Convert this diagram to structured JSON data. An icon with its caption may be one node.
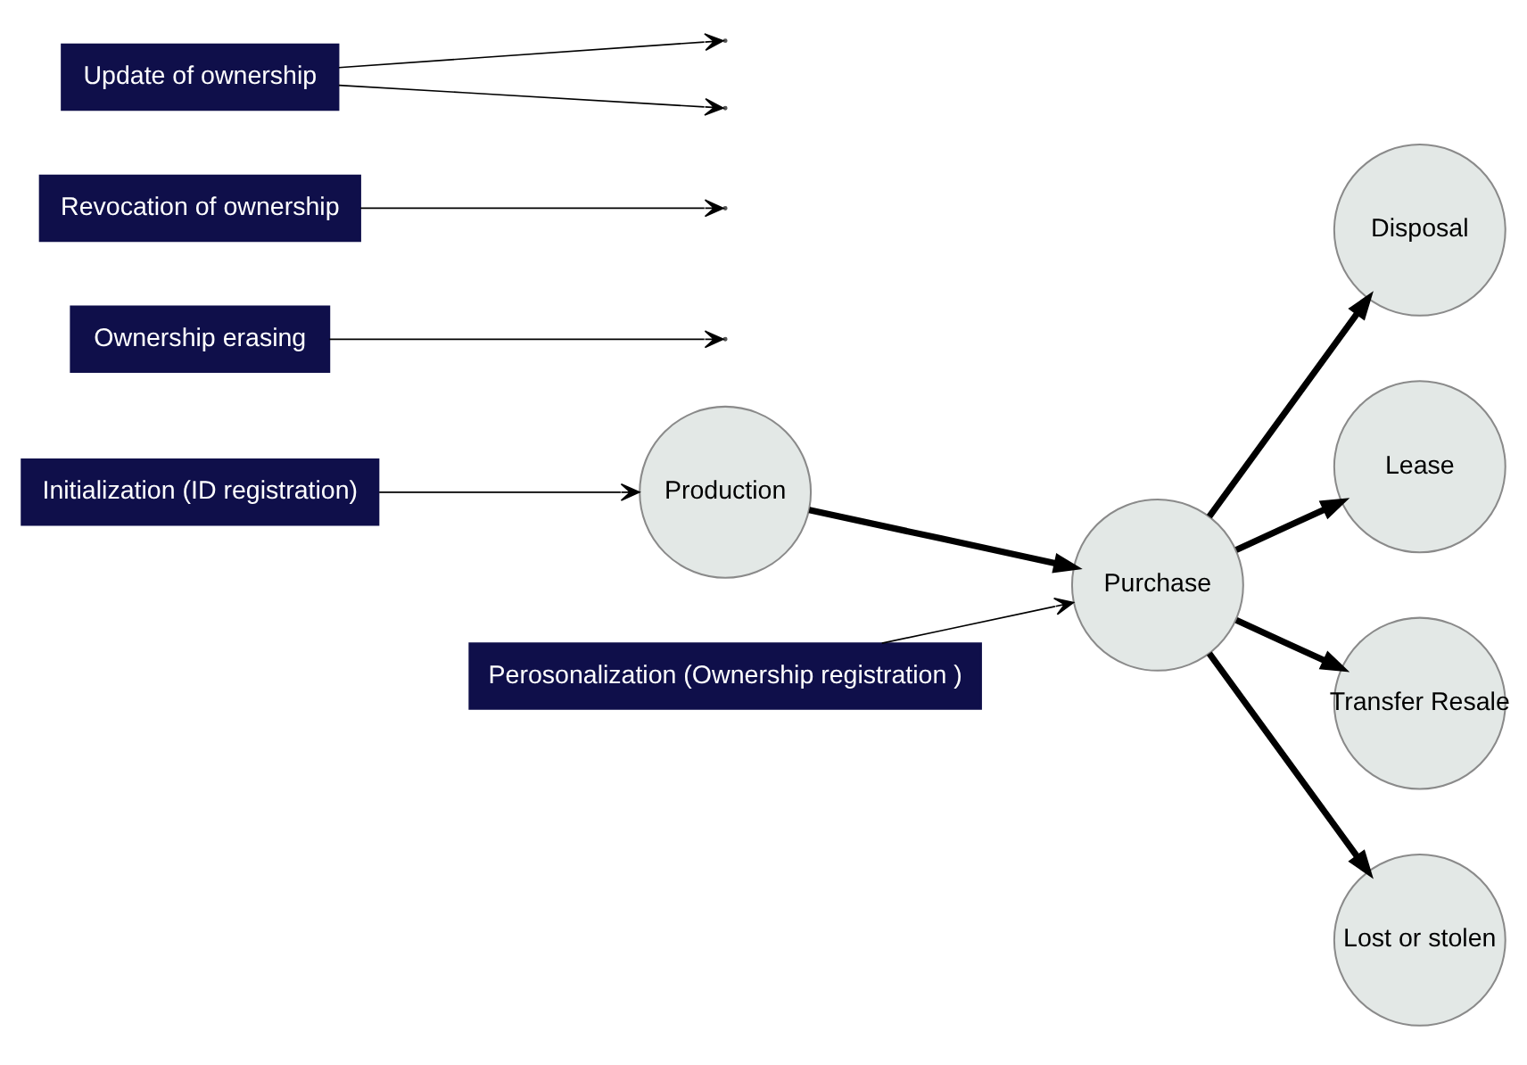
{
  "diagram": {
    "nodes": [
      {
        "text": [
          "Initialization (ID registration)"
        ]
      },
      {
        "text": [
          "Perosonalization (Ownership registration )"
        ]
      },
      {
        "text": [
          "Ownership erasing"
        ]
      },
      {
        "text": [
          "Production"
        ]
      },
      {
        "text": [
          "Purchase"
        ]
      },
      {
        "text": [
          "Disposal"
        ]
      },
      {
        "text": [
          "Lease"
        ]
      },
      {
        "text": [
          "Revocation of ownership"
        ]
      },
      {
        "text": [
          "Update of ownership"
        ]
      },
      {
        "text": [
          "Transfer Resale"
        ]
      },
      {
        "text": [
          "Lost or stolen"
        ]
      }
    ],
    "edges": [
      {
        "from": 3,
        "to": 4,
        "arrow": "to",
        "style": "thick"
      },
      {
        "from": 4,
        "to": 5,
        "arrow": "to",
        "style": "thick"
      },
      {
        "from": 4,
        "to": 6,
        "arrow": "to",
        "style": "thick"
      },
      {
        "from": 4,
        "to": 9,
        "arrow": "to",
        "style": "thick"
      },
      {
        "from": 4,
        "to": 10,
        "arrow": "to",
        "style": "thick"
      },
      {
        "from": 0,
        "to": 3,
        "arrow": "to"
      },
      {
        "from": 1,
        "to": 4,
        "arrow": "to"
      },
      {
        "from": 2,
        "to": null,
        "arrow": "to"
      },
      {
        "from": 7,
        "to": null,
        "arrow": "to"
      },
      {
        "from": 8,
        "to": null,
        "arrow": "to"
      },
      {
        "from": 8,
        "to": null,
        "arrow": "to"
      }
    ]
  }
}
